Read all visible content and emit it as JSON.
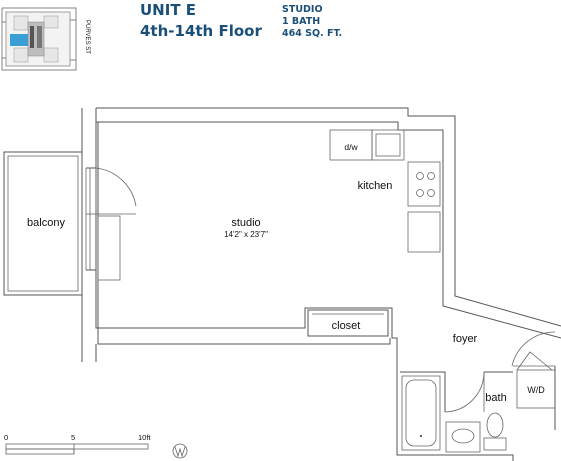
{
  "header": {
    "unit": "UNIT E",
    "floors": "4th-14th Floor",
    "type": "STUDIO",
    "baths": "1 BATH",
    "area": "464 SQ. FT."
  },
  "keyplan": {
    "street": "PURVES ST",
    "highlight_color": "#3a9fd6"
  },
  "rooms": {
    "balcony": "balcony",
    "studio": "studio",
    "studio_dims": "14'2\" x 23'7\"",
    "kitchen": "kitchen",
    "dishwasher": "d/w",
    "closet": "closet",
    "foyer": "foyer",
    "bath": "bath",
    "washer_dryer": "W/D"
  },
  "scale": {
    "ticks": [
      "0",
      "5",
      "10ft"
    ]
  },
  "compass": {
    "label": "N"
  },
  "colors": {
    "accent": "#1a4f7a",
    "wall": "#555555"
  }
}
